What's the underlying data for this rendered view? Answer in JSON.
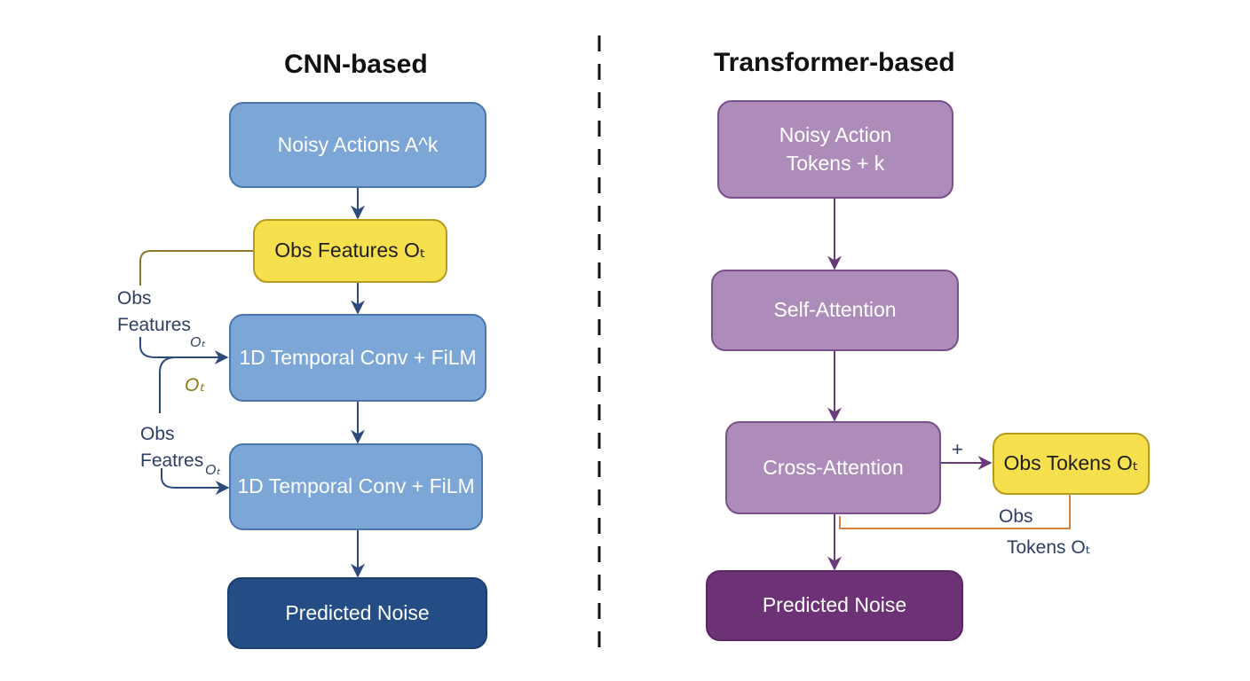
{
  "cnn": {
    "title": "CNN-based",
    "noisy_actions": "Noisy Actions A^k",
    "obs_features": "Obs Features Oₜ",
    "conv_1": "1D Temporal Conv + FiLM",
    "conv_2": "1D Temporal Conv + FiLM",
    "predicted_noise": "Predicted Noise",
    "side_label_1": "Obs\nFeatures",
    "side_sub_1": "Oₜ",
    "side_sub_2": "Oₜ",
    "side_label_2": "Obs\nFeatres",
    "side_sub_3": "Oₜ"
  },
  "transformer": {
    "title": "Transformer-based",
    "noisy_tokens_line1": "Noisy Action",
    "noisy_tokens_line2": "Tokens + k",
    "self_attention": "Self-Attention",
    "cross_attention": "Cross-Attention",
    "obs_tokens": "Obs Tokens Oₜ",
    "predicted_noise": "Predicted Noise",
    "plus_sign": "+",
    "side_label_1": "Obs",
    "side_label_2": "Tokens Oₜ"
  },
  "colors": {
    "cnn_box": "#7ca6d6",
    "cnn_output": "#244d86",
    "obs": "#f7e04d",
    "transformer_box": "#ad8cb9",
    "transformer_output": "#6d3275",
    "cnn_arrow": "#2c4a7a",
    "transformer_arrow": "#6a3a7a",
    "obs_feedback_line": "#d9823a"
  }
}
